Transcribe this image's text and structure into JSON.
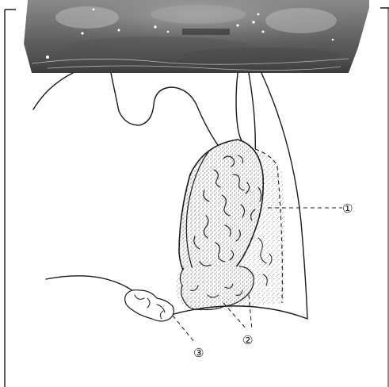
{
  "figure": {
    "callouts": [
      {
        "id": "1",
        "label": "①"
      },
      {
        "id": "2",
        "label": "②"
      },
      {
        "id": "3",
        "label": "③"
      }
    ]
  },
  "colors": {
    "ink": "#1a1a1a",
    "paper": "#ffffff",
    "photo_dark": "#2a2a2a",
    "photo_mid": "#7a7a7a",
    "photo_light": "#c8c8c8"
  }
}
